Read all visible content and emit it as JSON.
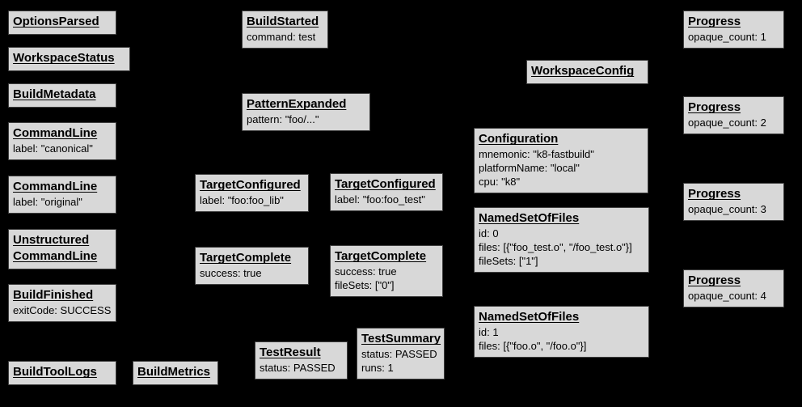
{
  "diagram": {
    "background": "#000000",
    "node_fill": "#d8d8d8",
    "node_border": "#3f3f3f",
    "node_text": "#000000",
    "nodes": [
      {
        "id": "options-parsed",
        "title": "OptionsParsed",
        "lines": []
      },
      {
        "id": "workspace-status",
        "title": "WorkspaceStatus",
        "lines": []
      },
      {
        "id": "build-metadata",
        "title": "BuildMetadata",
        "lines": []
      },
      {
        "id": "command-line-canonical",
        "title": "CommandLine",
        "lines": [
          "label: \"canonical\""
        ]
      },
      {
        "id": "command-line-original",
        "title": "CommandLine",
        "lines": [
          "label: \"original\""
        ]
      },
      {
        "id": "unstructured-command-line",
        "title": "Unstructured CommandLine",
        "lines": []
      },
      {
        "id": "build-finished",
        "title": "BuildFinished",
        "lines": [
          "exitCode: SUCCESS"
        ]
      },
      {
        "id": "build-tool-logs",
        "title": "BuildToolLogs",
        "lines": []
      },
      {
        "id": "build-metrics",
        "title": "BuildMetrics",
        "lines": []
      },
      {
        "id": "build-started",
        "title": "BuildStarted",
        "lines": [
          "command: test"
        ]
      },
      {
        "id": "pattern-expanded",
        "title": "PatternExpanded",
        "lines": [
          "pattern: \"foo/...\""
        ]
      },
      {
        "id": "target-configured-foo-lib",
        "title": "TargetConfigured",
        "lines": [
          "label: \"foo:foo_lib\""
        ]
      },
      {
        "id": "target-configured-foo-test",
        "title": "TargetConfigured",
        "lines": [
          "label: \"foo:foo_test\""
        ]
      },
      {
        "id": "target-complete-foo-lib",
        "title": "TargetComplete",
        "lines": [
          "success: true"
        ]
      },
      {
        "id": "target-complete-foo-test",
        "title": "TargetComplete",
        "lines": [
          "success: true",
          "fileSets: [\"0\"]"
        ]
      },
      {
        "id": "test-result",
        "title": "TestResult",
        "lines": [
          "status: PASSED"
        ]
      },
      {
        "id": "test-summary",
        "title": "TestSummary",
        "lines": [
          "status: PASSED",
          "runs: 1"
        ]
      },
      {
        "id": "workspace-config",
        "title": "WorkspaceConfig",
        "lines": []
      },
      {
        "id": "configuration",
        "title": "Configuration",
        "lines": [
          "mnemonic: \"k8-fastbuild\"",
          "platformName: \"local\"",
          "cpu: \"k8\""
        ]
      },
      {
        "id": "named-set-of-files-0",
        "title": "NamedSetOfFiles",
        "lines": [
          "id: 0",
          "files: [{\"foo_test.o\", \"/foo_test.o\"}]",
          "fileSets: [\"1\"]"
        ]
      },
      {
        "id": "named-set-of-files-1",
        "title": "NamedSetOfFiles",
        "lines": [
          "id: 1",
          "files: [{\"foo.o\", \"/foo.o\"}]"
        ]
      },
      {
        "id": "progress-1",
        "title": "Progress",
        "lines": [
          "opaque_count: 1"
        ]
      },
      {
        "id": "progress-2",
        "title": "Progress",
        "lines": [
          "opaque_count: 2"
        ]
      },
      {
        "id": "progress-3",
        "title": "Progress",
        "lines": [
          "opaque_count: 3"
        ]
      },
      {
        "id": "progress-4",
        "title": "Progress",
        "lines": [
          "opaque_count: 4"
        ]
      }
    ]
  }
}
